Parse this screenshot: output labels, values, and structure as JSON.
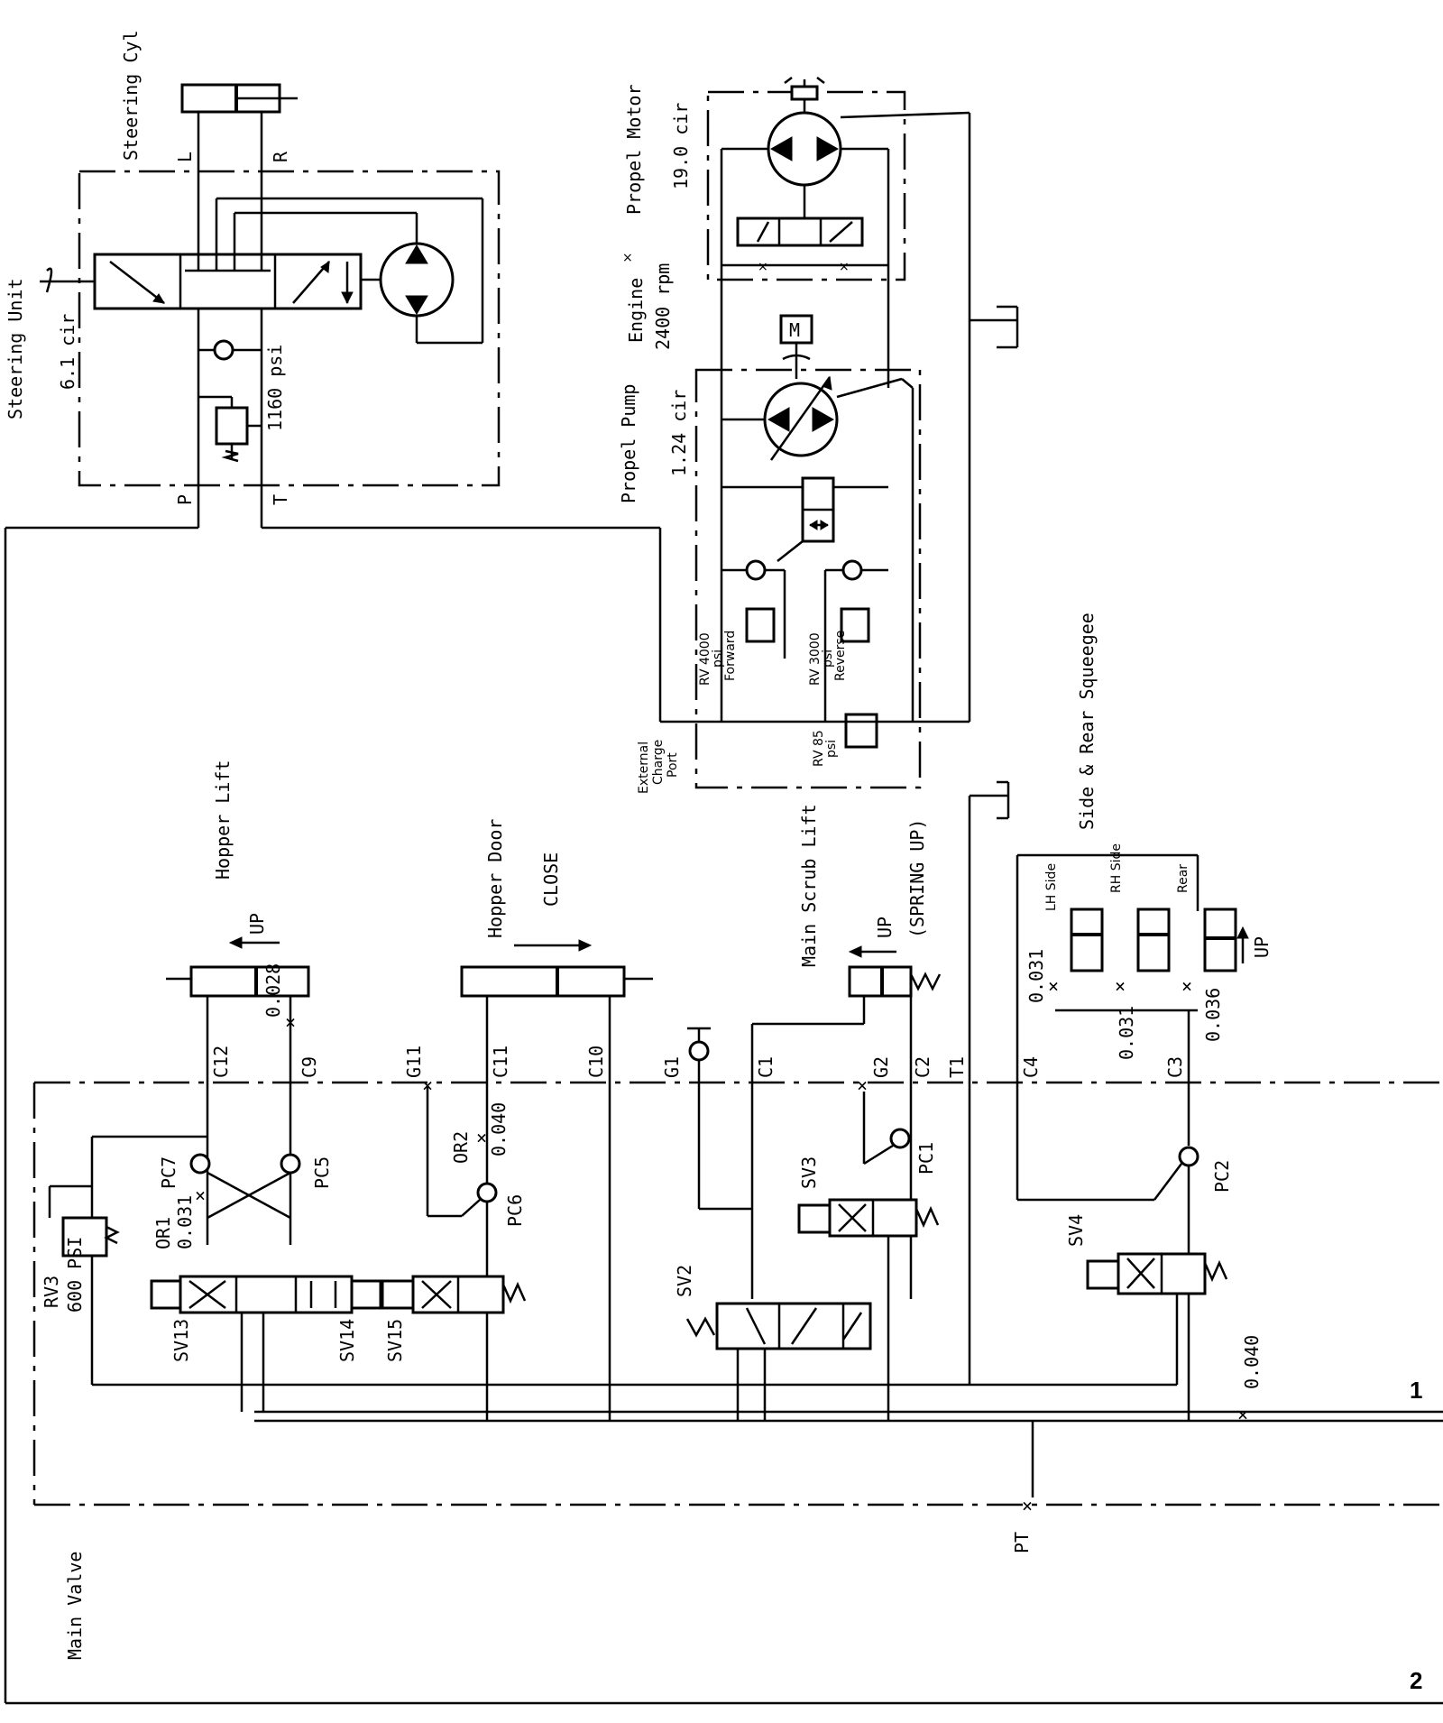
{
  "steering": {
    "cyl_title": "Steering Cyl",
    "unit_title": "Steering Unit",
    "displacement": "6.1 cir",
    "relief": "1160 psi",
    "port_L": "L",
    "port_R": "R",
    "port_P": "P",
    "port_T": "T"
  },
  "propel": {
    "motor_title": "Propel Motor",
    "motor_disp": "19.0 cir",
    "engine_title": "Engine",
    "engine_rpm": "2400 rpm",
    "pump_title": "Propel Pump",
    "pump_disp": "1.24 cir",
    "motor_symbol": "M",
    "rv_forward": [
      "RV 4000",
      "psi",
      "Forward"
    ],
    "rv_reverse": [
      "RV 3000",
      "psi",
      "Reverse"
    ],
    "rv_charge": [
      "RV 85",
      "psi"
    ],
    "ext_charge": [
      "External",
      "Charge",
      "Port"
    ]
  },
  "functions": {
    "hopper_lift": "Hopper Lift",
    "hopper_door": "Hopper Door",
    "close": "CLOSE",
    "main_scrub_lift": "Main Scrub Lift",
    "spring_up": "(SPRING UP)",
    "side_rear": "Side & Rear Squeegee",
    "lh_side": "LH Side",
    "rh_side": "RH Side",
    "rear": "Rear",
    "up": "UP"
  },
  "orifices": {
    "o_028": "0.028",
    "o_040a": "0.040",
    "o_031a": "0.031",
    "o_031b": "0.031",
    "o_031c": "0.031",
    "o_036": "0.036",
    "o_040b": "0.040"
  },
  "ports": {
    "C12": "C12",
    "C9": "C9",
    "G11": "G11",
    "C11": "C11",
    "C10": "C10",
    "G1": "G1",
    "C1": "C1",
    "G2": "G2",
    "C2": "C2",
    "T1": "T1",
    "C4": "C4",
    "C3": "C3",
    "PT": "PT"
  },
  "valves": {
    "PC7": "PC7",
    "PC5": "PC5",
    "PC6": "PC6",
    "PC1": "PC1",
    "PC2": "PC2",
    "OR1": "OR1",
    "OR2": "OR2",
    "SV13": "SV13",
    "SV14": "SV14",
    "SV15": "SV15",
    "SV2": "SV2",
    "SV3": "SV3",
    "SV4": "SV4",
    "RV3": "RV3",
    "RV3_psi": "600 PSI"
  },
  "main_valve": "Main Valve",
  "page_marks": {
    "one": "1",
    "two": "2"
  }
}
